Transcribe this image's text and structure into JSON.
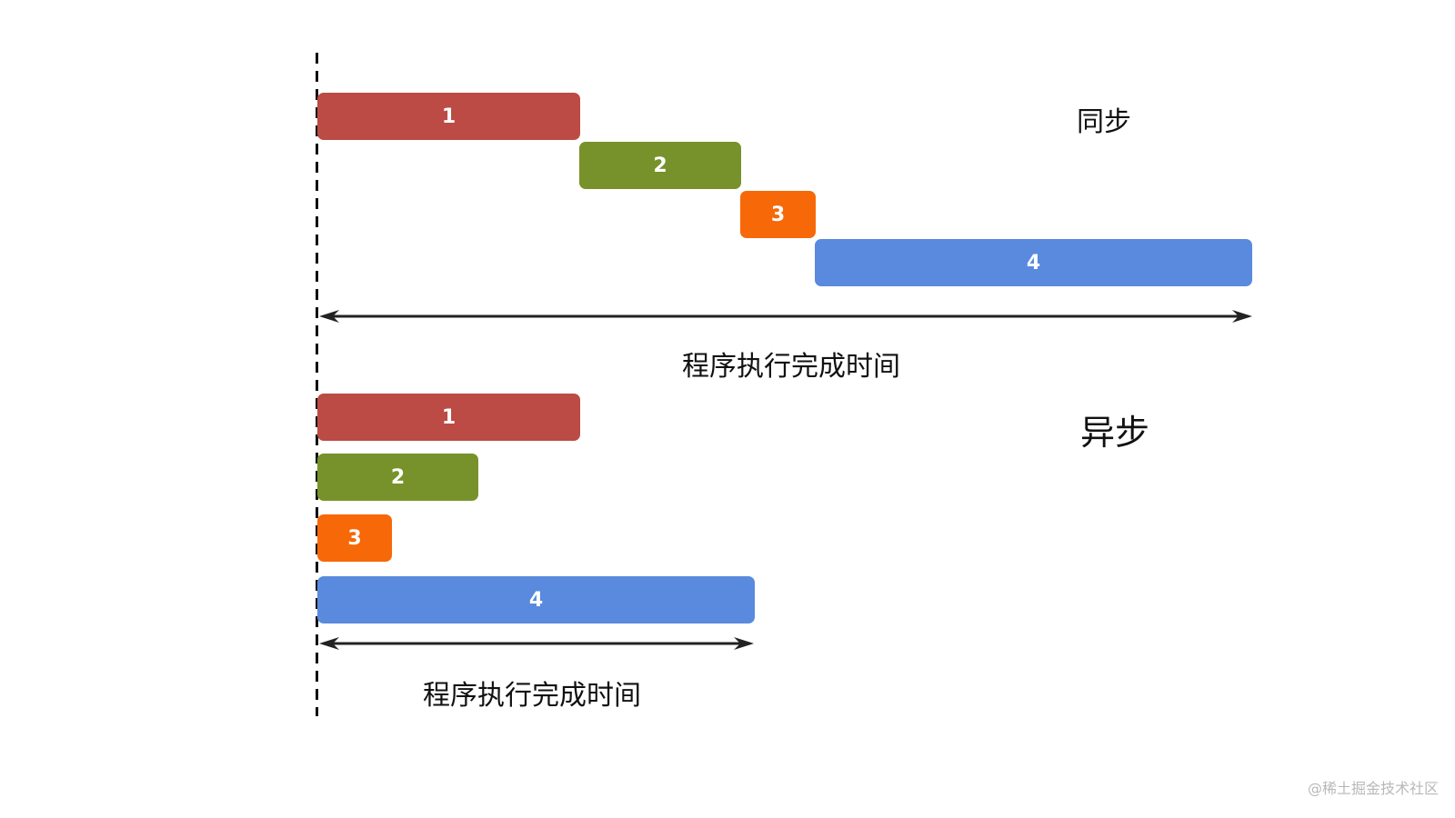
{
  "diagram": {
    "sync": {
      "label": "同步",
      "duration_caption": "程序执行完成时间",
      "tasks": [
        {
          "label": "1",
          "color": "#bb4b44"
        },
        {
          "label": "2",
          "color": "#77922a"
        },
        {
          "label": "3",
          "color": "#f76808"
        },
        {
          "label": "4",
          "color": "#5a8ade"
        }
      ]
    },
    "async": {
      "label": "异步",
      "duration_caption": "程序执行完成时间",
      "tasks": [
        {
          "label": "1",
          "color": "#bb4b44"
        },
        {
          "label": "2",
          "color": "#77922a"
        },
        {
          "label": "3",
          "color": "#f76808"
        },
        {
          "label": "4",
          "color": "#5a8ade"
        }
      ]
    },
    "watermark": "@稀土掘金技术社区"
  },
  "chart_data": {
    "type": "gantt",
    "title": "",
    "panels": [
      {
        "name": "同步",
        "caption": "程序执行完成时间",
        "tasks": [
          {
            "label": "1",
            "start": 0,
            "end": 288,
            "color": "#bb4b44"
          },
          {
            "label": "2",
            "start": 288,
            "end": 465,
            "color": "#77922a"
          },
          {
            "label": "3",
            "start": 465,
            "end": 547,
            "color": "#f76808"
          },
          {
            "label": "4",
            "start": 547,
            "end": 1028,
            "color": "#5a8ade"
          }
        ],
        "total_span": [
          0,
          1028
        ]
      },
      {
        "name": "异步",
        "caption": "程序执行完成时间",
        "tasks": [
          {
            "label": "1",
            "start": 0,
            "end": 288,
            "color": "#bb4b44"
          },
          {
            "label": "2",
            "start": 0,
            "end": 177,
            "color": "#77922a"
          },
          {
            "label": "3",
            "start": 0,
            "end": 82,
            "color": "#f76808"
          },
          {
            "label": "4",
            "start": 0,
            "end": 481,
            "color": "#5a8ade"
          }
        ],
        "total_span": [
          0,
          481
        ]
      }
    ],
    "units": "relative pixels (time)",
    "start_marker": "dashed vertical line at t=0"
  }
}
